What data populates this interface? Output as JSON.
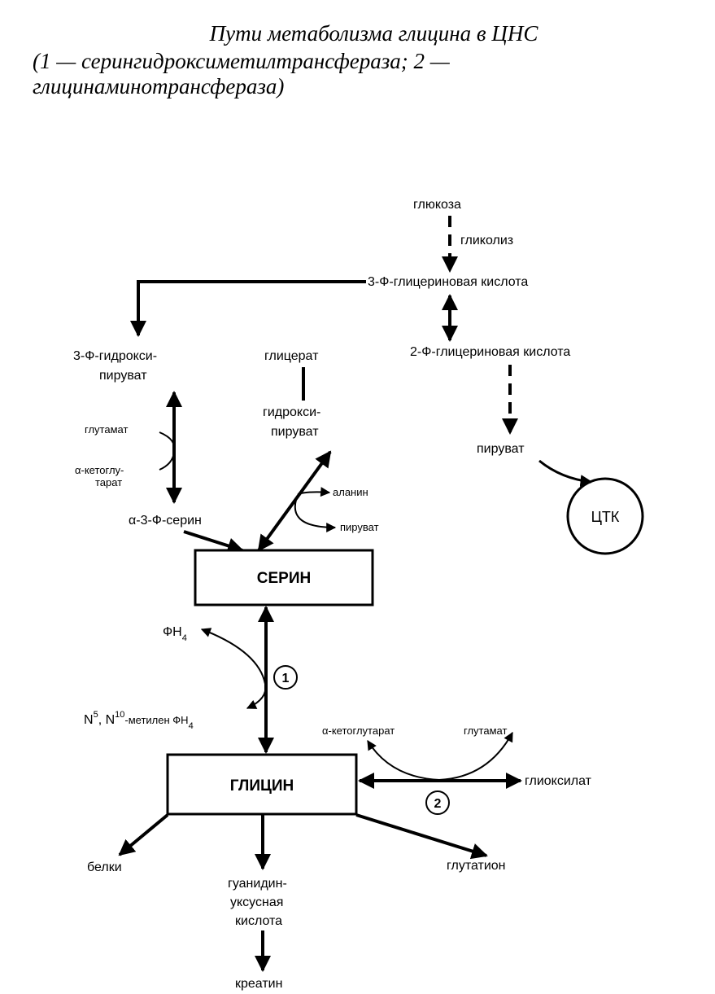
{
  "caption": {
    "title": "Пути метаболизма глицина в ЦНС",
    "legend": "(1 — серингидроксиметилтрансфераза; 2 — глицинаминотрансфераза)"
  },
  "nodes": {
    "glucose": "глюкоза",
    "glycolysis": "гликолиз",
    "pga3": "3-Ф-глицериновая кислота",
    "pga2": "2-Ф-глицериновая кислота",
    "pyruvate_top": "пируват",
    "tca": "ЦТК",
    "phosphohydroxypyruvate_l1": "3-Ф-гидрокси-",
    "phosphohydroxypyruvate_l2": "пируват",
    "glycerate": "глицерат",
    "hydroxypyruvate_l1": "гидрокси-",
    "hydroxypyruvate_l2": "пируват",
    "glutamate_left": "глутамат",
    "akg_left_l1": "α-кетоглу-",
    "akg_left_l2": "тарат",
    "phosphoserine": "α-3-Ф-серин",
    "alanine": "аланин",
    "pyruvate_right": "пируват",
    "serine": "СЕРИН",
    "thf": "ФН",
    "thf_sub": "4",
    "methylene_n5": "N",
    "methylene_sup5": "5",
    "methylene_sep": ", N",
    "methylene_sup10": "10",
    "methylene_rest": "-метилен ФН",
    "methylene_sub": "4",
    "enzyme1": "1",
    "glycine": "ГЛИЦИН",
    "akg_right": "α-кетоглутарат",
    "glutamate_right": "глутамат",
    "glyoxylate": "глиоксилат",
    "enzyme2": "2",
    "proteins": "белки",
    "gaa_l1": "гуанидин-",
    "gaa_l2": "уксусная",
    "gaa_l3": "кислота",
    "glutathione": "глутатион",
    "creatine": "креатин"
  }
}
